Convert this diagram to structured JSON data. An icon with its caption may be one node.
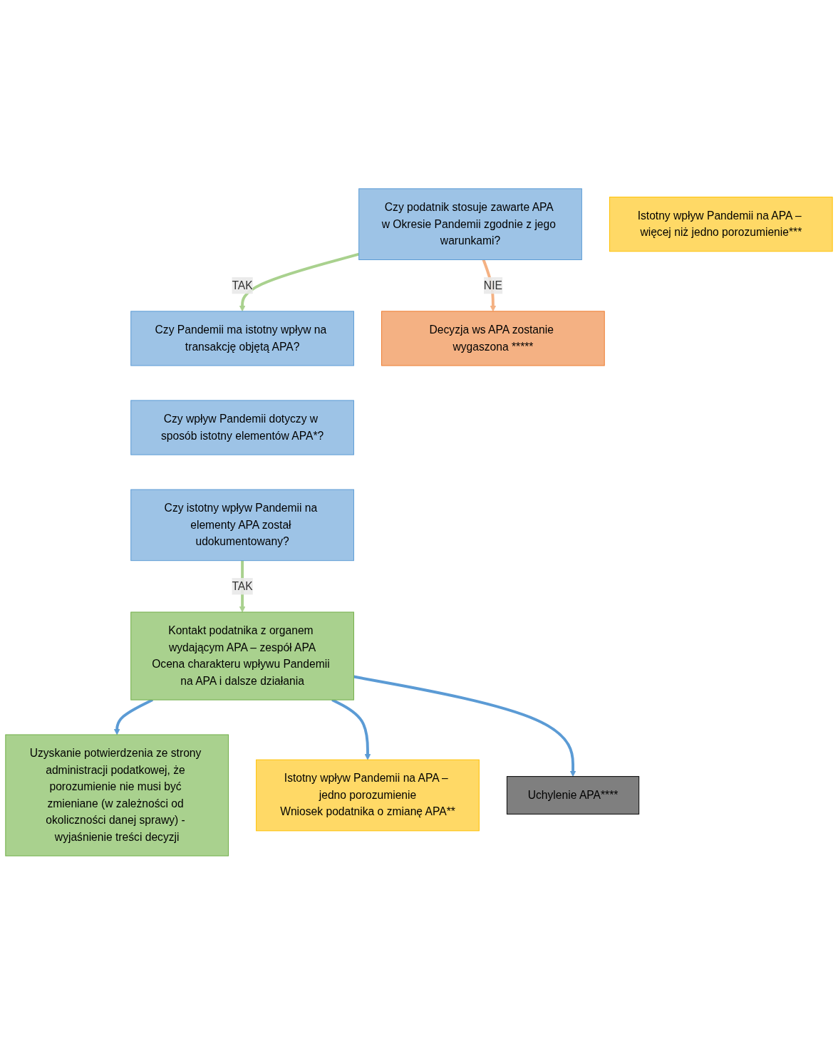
{
  "diagram": {
    "nodes": [
      {
        "text": [
          "Czy podatnik stosuje zawarte APA w Okresie Pandemii zgodnie z jego warunkami?"
        ]
      },
      {
        "text": [
          "Czy Pandemii ma istotny wpływ na transakcję objętą APA?"
        ]
      },
      {
        "text": [
          "Decyzja ws APA zostanie wygaszona *****"
        ]
      },
      {
        "text": [
          "Czy wpływ Pandemii dotyczy w sposób istotny elementów APA*?"
        ]
      },
      {
        "text": [
          "Czy istotny wpływ Pandemii na elementy APA został udokumentowany?"
        ]
      },
      {
        "text": [
          "Kontakt podatnika z organem wydającym APA – zespół APA",
          "Ocena charakteru wpływu Pandemii na APA i dalsze działania"
        ]
      },
      {
        "text": [
          "Uzyskanie potwierdzenia ze strony administracji podatkowej, że porozumienie nie musi być zmieniane (w zależności od okoliczności danej sprawy) - wyjaśnienie treści decyzji"
        ]
      },
      {
        "text": [
          "Istotny wpływ Pandemii na APA – jedno porozumienie",
          "Wniosek podatnika o zmianę APA**"
        ]
      },
      {
        "text": [
          "Uchylenie APA****"
        ]
      },
      {
        "text": [
          "Istotny wpływ Pandemii na APA – więcej niż jedno porozumienie***"
        ]
      }
    ],
    "edges": [
      {
        "from": 0,
        "to": 1,
        "arrow": "to",
        "label": "TAK",
        "color": "#a9d18e"
      },
      {
        "from": 0,
        "to": 2,
        "arrow": "to",
        "label": "NIE",
        "color": "#f4b183"
      },
      {
        "from": 4,
        "to": 5,
        "arrow": "to",
        "label": "TAK",
        "color": "#a9d18e"
      },
      {
        "from": 5,
        "to": 6,
        "arrow": "to"
      },
      {
        "from": 5,
        "to": 7,
        "arrow": "to"
      },
      {
        "from": 5,
        "to": 8,
        "arrow": "to"
      }
    ]
  }
}
